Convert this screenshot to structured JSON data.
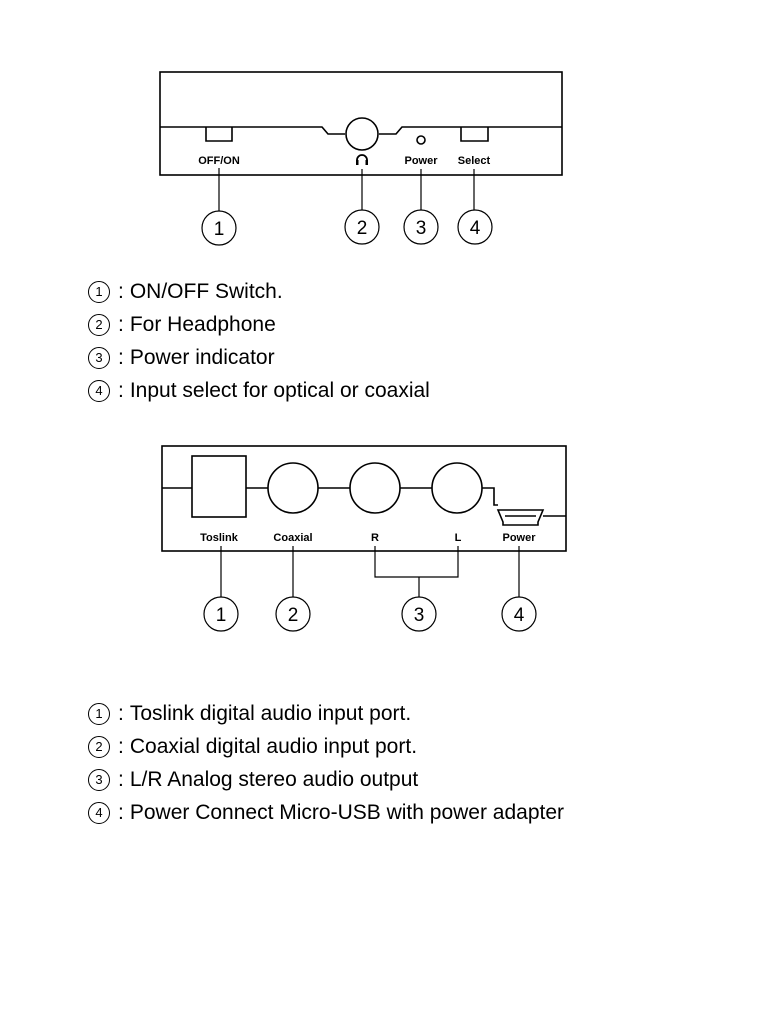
{
  "front_panel": {
    "labels": {
      "off_on": "OFF/ON",
      "power": "Power",
      "select": "Select"
    },
    "callouts": [
      "1",
      "2",
      "3",
      "4"
    ]
  },
  "front_legend": [
    {
      "num": "1",
      "text": "ON/OFF Switch."
    },
    {
      "num": "2",
      "text": "For Headphone"
    },
    {
      "num": "3",
      "text": "Power indicator"
    },
    {
      "num": "4",
      "text": "Input select for optical or coaxial"
    }
  ],
  "rear_panel": {
    "labels": {
      "toslink": "Toslink",
      "coaxial": "Coaxial",
      "r": "R",
      "l": "L",
      "power": "Power"
    },
    "callouts": [
      "1",
      "2",
      "3",
      "4"
    ]
  },
  "rear_legend": [
    {
      "num": "1",
      "text": "Toslink digital audio input port."
    },
    {
      "num": "2",
      "text": "Coaxial digital audio input port."
    },
    {
      "num": "3",
      "text": "L/R Analog stereo audio output"
    },
    {
      "num": "4",
      "text": "Power Connect Micro-USB with power adapter"
    }
  ],
  "separator": ":",
  "icons": {
    "headphone": "headphone-icon"
  }
}
